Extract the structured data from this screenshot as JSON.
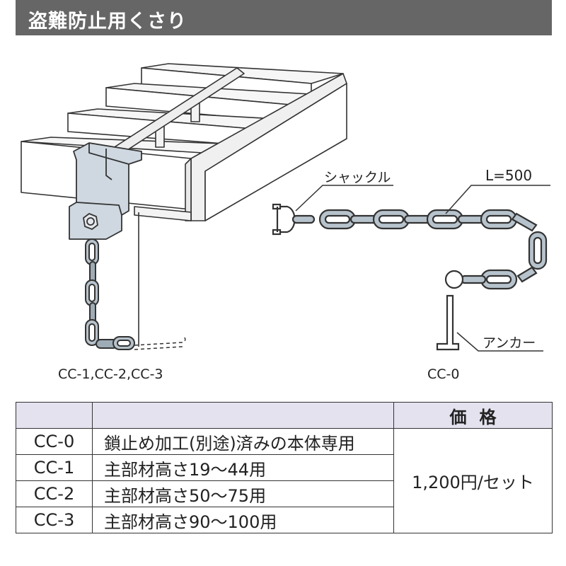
{
  "title": "盗難防止用くさり",
  "labels": {
    "shackle": "シャックル",
    "length": "L=500",
    "anchor": "アンカー",
    "left_models": "CC-1,CC-2,CC-3",
    "right_model": "CC-0"
  },
  "table": {
    "header": {
      "code": "",
      "description": "",
      "price": "価格"
    },
    "rows": [
      {
        "code": "CC-0",
        "description": "鎖止め加工(別途)済みの本体専用"
      },
      {
        "code": "CC-1",
        "description": "主部材高さ19～44用"
      },
      {
        "code": "CC-2",
        "description": "主部材高さ50～75用"
      },
      {
        "code": "CC-3",
        "description": "主部材高さ90～100用"
      }
    ],
    "price": "1,200円/セット"
  },
  "colors": {
    "title_bg": "#666666",
    "header_bg": "#e4e2ef",
    "bracket": "#cfd8e0",
    "chain_link": "#b7c3cc"
  }
}
